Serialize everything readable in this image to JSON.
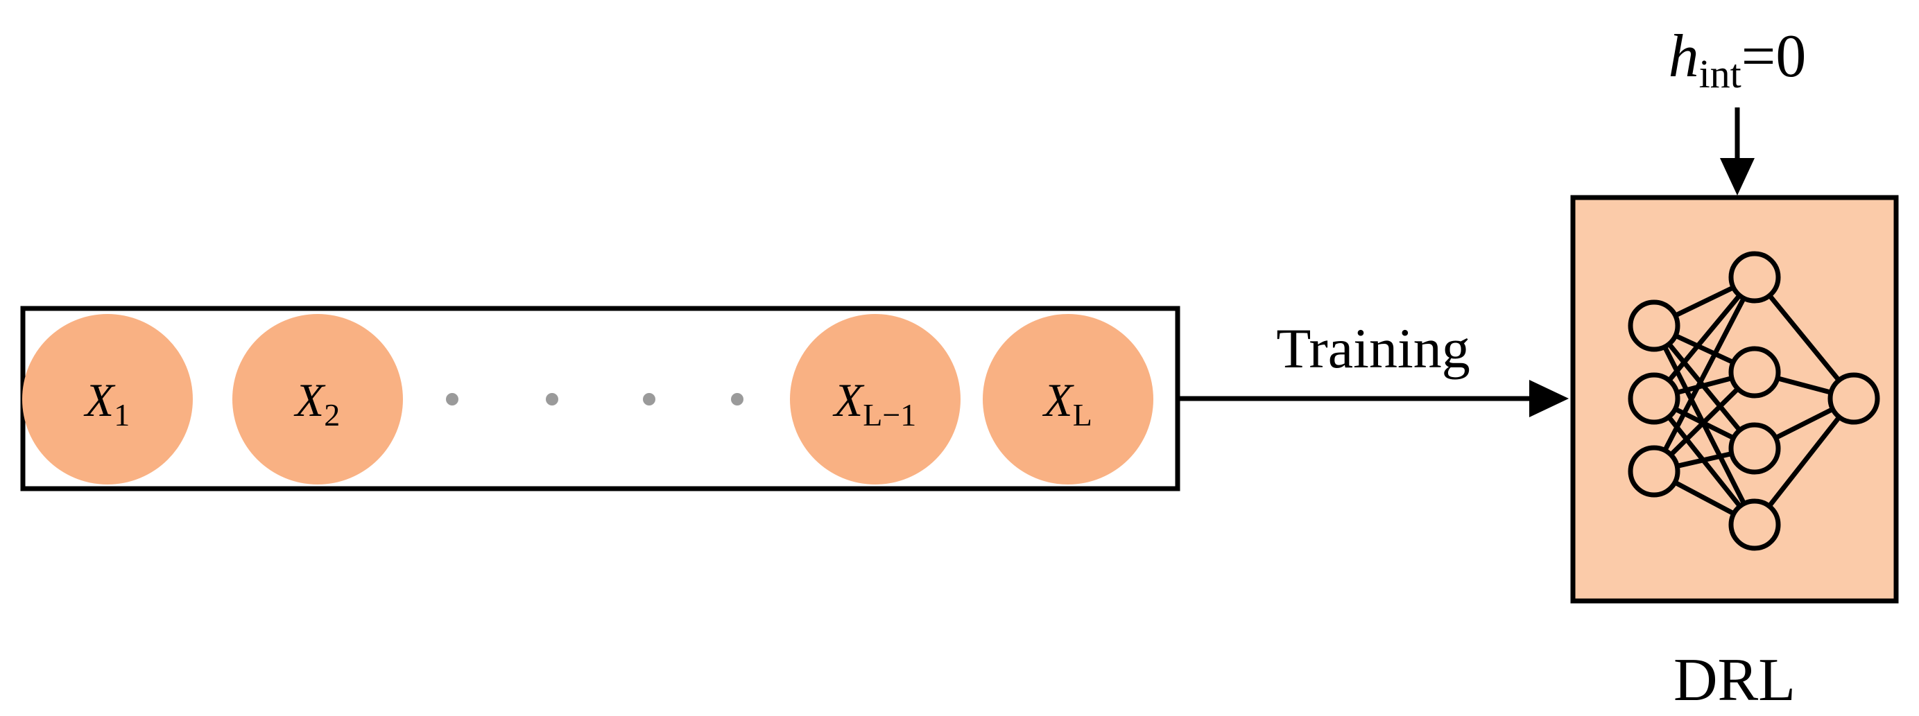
{
  "sequence": {
    "items": [
      {
        "main": "X",
        "sub": "1"
      },
      {
        "main": "X",
        "sub": "2"
      },
      {
        "main": "X",
        "sub": "L−1"
      },
      {
        "main": "X",
        "sub": "L"
      }
    ],
    "fill_color": "#F9B183",
    "border_color": "#000000"
  },
  "arrow": {
    "label": "Training"
  },
  "input": {
    "var": "h",
    "sub": "int",
    "rest": "=0"
  },
  "drl": {
    "label": "DRL",
    "fill_color": "#FBCBA9",
    "icon": "neural-network-icon"
  }
}
